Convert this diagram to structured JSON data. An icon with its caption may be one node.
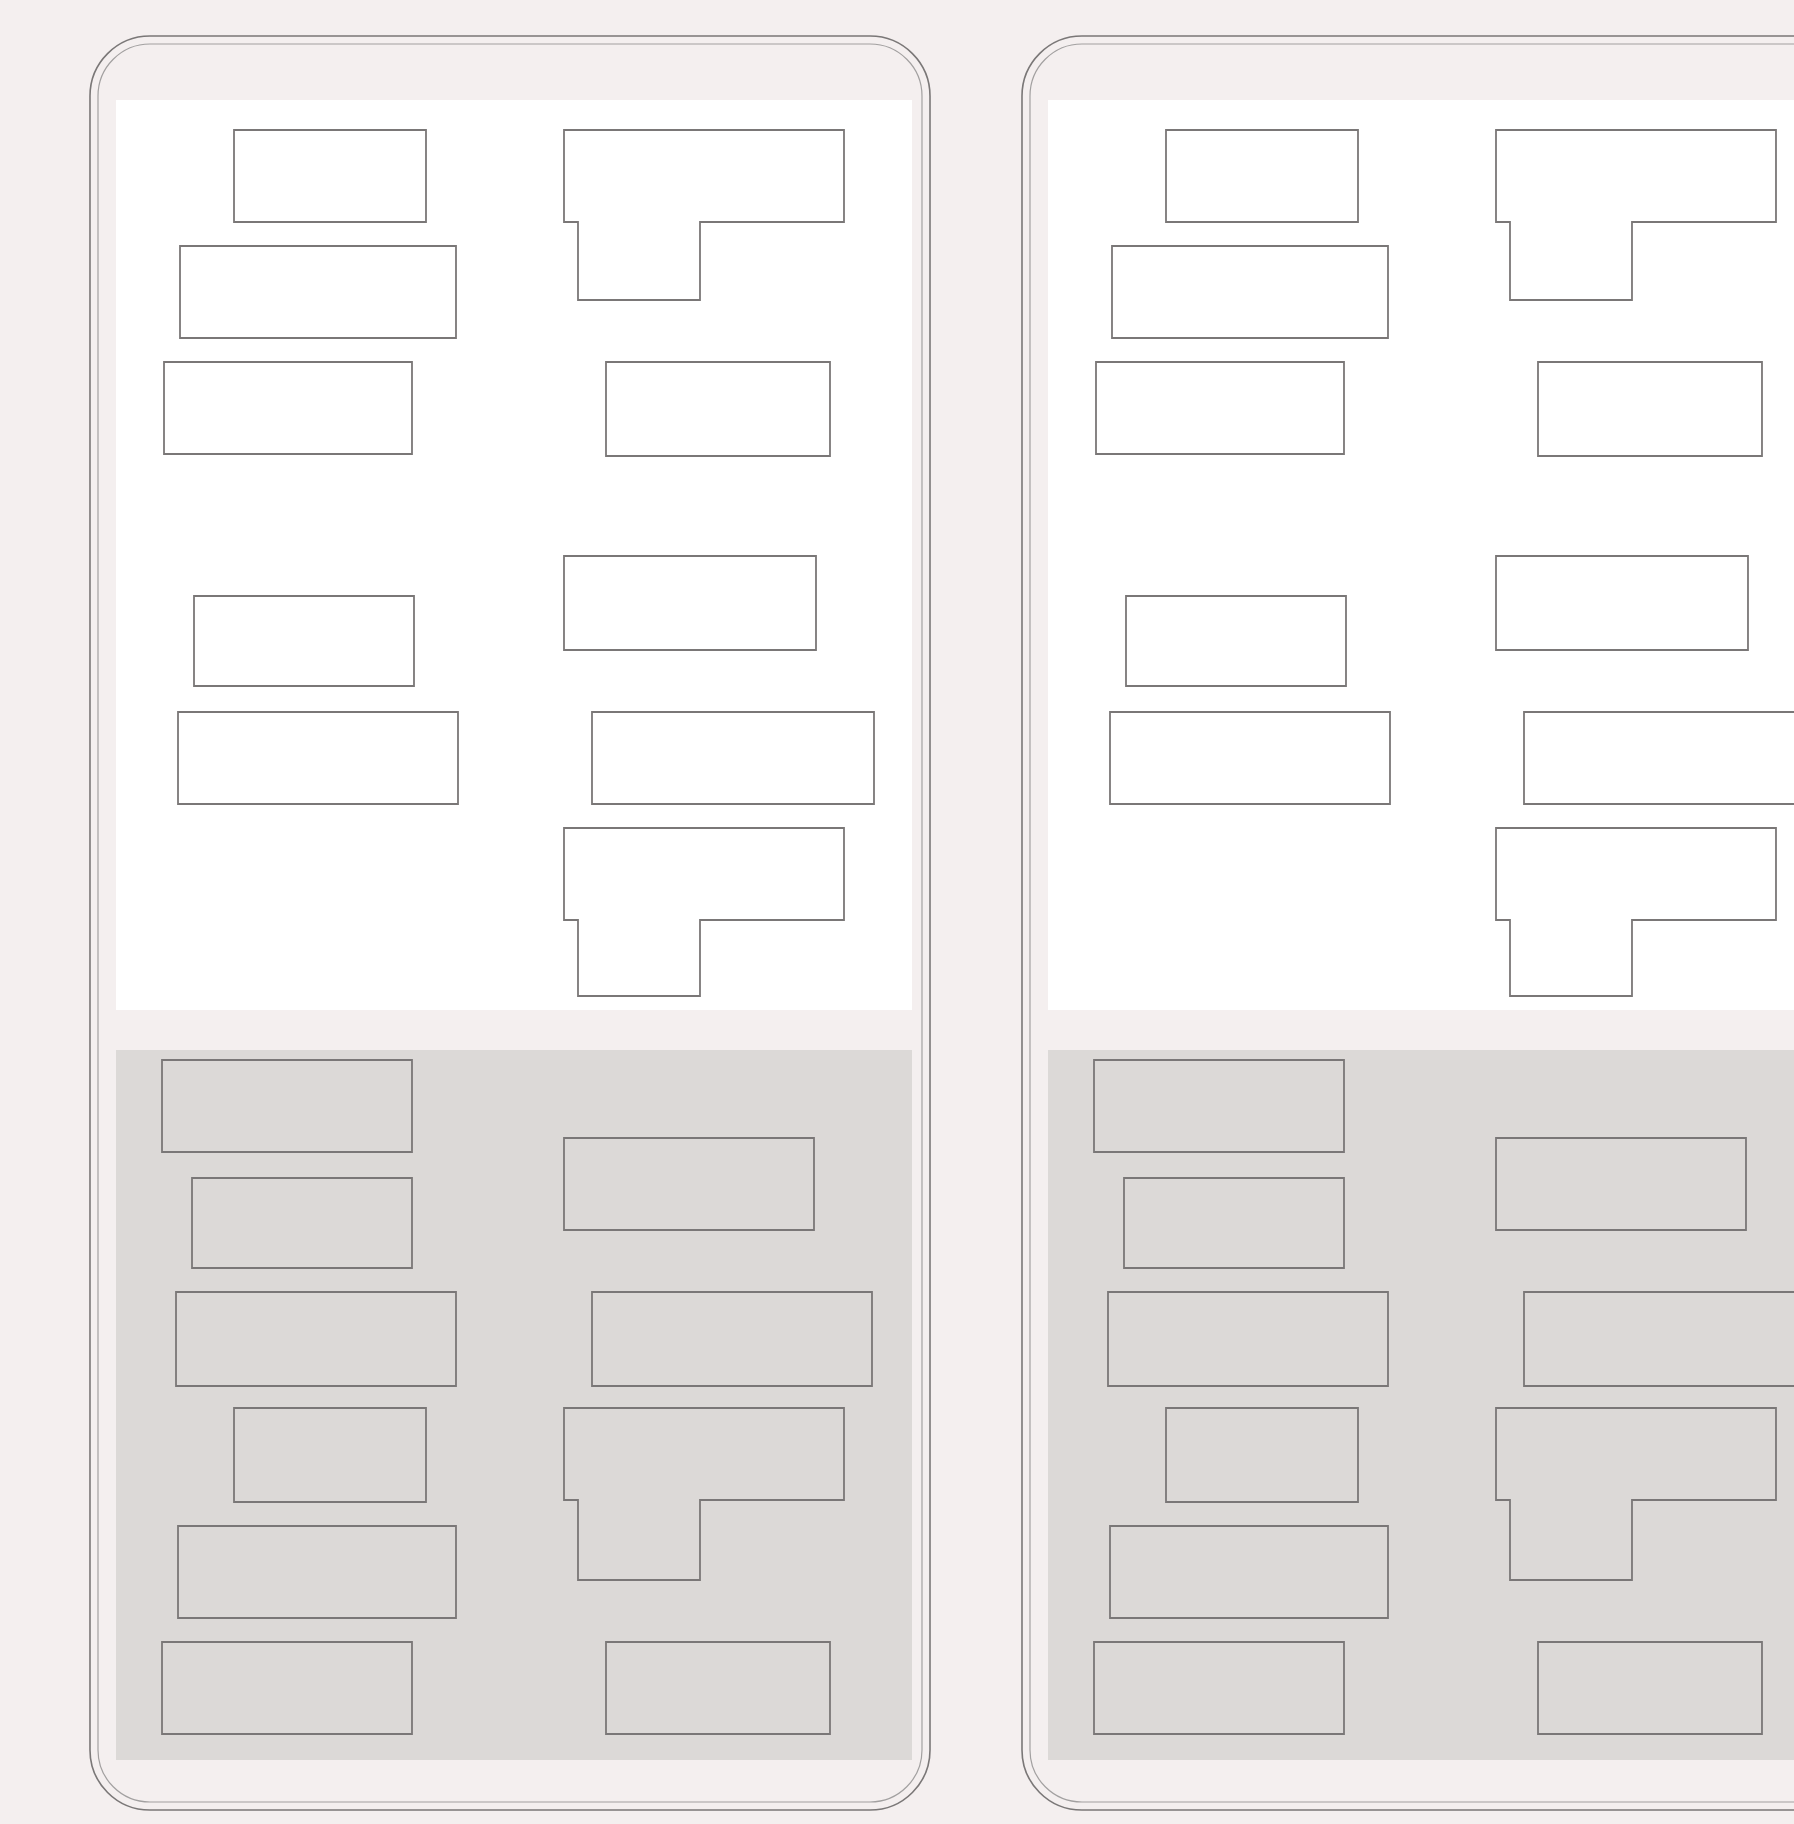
{
  "diagram": {
    "nodes": [
      {
        "text": [],
        "shape": "phone"
      },
      {
        "text": [],
        "shape": "band",
        "in": 0
      },
      {
        "text": [],
        "shape": "box",
        "in": 1
      },
      {
        "text": [],
        "shape": "box",
        "in": 1
      },
      {
        "text": [],
        "shape": "box",
        "in": 1
      },
      {
        "text": [],
        "shape": "box",
        "in": 1
      },
      {
        "text": [],
        "shape": "box",
        "in": 1
      },
      {
        "text": [],
        "shape": "polygon",
        "in": 1
      },
      {
        "text": [],
        "shape": "box",
        "in": 1
      },
      {
        "text": [],
        "shape": "box",
        "in": 1
      },
      {
        "text": [],
        "shape": "box",
        "in": 1
      },
      {
        "text": [],
        "shape": "polygon",
        "in": 1
      },
      {
        "text": [],
        "shape": "band",
        "in": 0
      },
      {
        "text": [],
        "shape": "box",
        "in": 12
      },
      {
        "text": [],
        "shape": "box",
        "in": 12
      },
      {
        "text": [],
        "shape": "box",
        "in": 12
      },
      {
        "text": [],
        "shape": "box",
        "in": 12
      },
      {
        "text": [],
        "shape": "box",
        "in": 12
      },
      {
        "text": [],
        "shape": "box",
        "in": 12
      },
      {
        "text": [],
        "shape": "box",
        "in": 12
      },
      {
        "text": [],
        "shape": "box",
        "in": 12
      },
      {
        "text": [],
        "shape": "polygon",
        "in": 12
      },
      {
        "text": [],
        "shape": "box",
        "in": 12
      },
      {
        "text": [],
        "shape": "phone"
      },
      {
        "text": [],
        "shape": "band",
        "in": 23
      },
      {
        "text": [],
        "shape": "box",
        "in": 24
      },
      {
        "text": [],
        "shape": "box",
        "in": 24
      },
      {
        "text": [],
        "shape": "box",
        "in": 24
      },
      {
        "text": [],
        "shape": "box",
        "in": 24
      },
      {
        "text": [],
        "shape": "box",
        "in": 24
      },
      {
        "text": [],
        "shape": "polygon",
        "in": 24
      },
      {
        "text": [],
        "shape": "box",
        "in": 24
      },
      {
        "text": [],
        "shape": "box",
        "in": 24
      },
      {
        "text": [],
        "shape": "box",
        "in": 24
      },
      {
        "text": [],
        "shape": "polygon",
        "in": 24
      },
      {
        "text": [],
        "shape": "band",
        "in": 23
      },
      {
        "text": [],
        "shape": "box",
        "in": 35
      },
      {
        "text": [],
        "shape": "box",
        "in": 35
      },
      {
        "text": [],
        "shape": "box",
        "in": 35
      },
      {
        "text": [],
        "shape": "box",
        "in": 35
      },
      {
        "text": [],
        "shape": "box",
        "in": 35
      },
      {
        "text": [],
        "shape": "box",
        "in": 35
      },
      {
        "text": [],
        "shape": "box",
        "in": 35
      },
      {
        "text": [],
        "shape": "box",
        "in": 35
      },
      {
        "text": [],
        "shape": "polygon",
        "in": 35
      },
      {
        "text": [],
        "shape": "box",
        "in": 35
      }
    ]
  }
}
